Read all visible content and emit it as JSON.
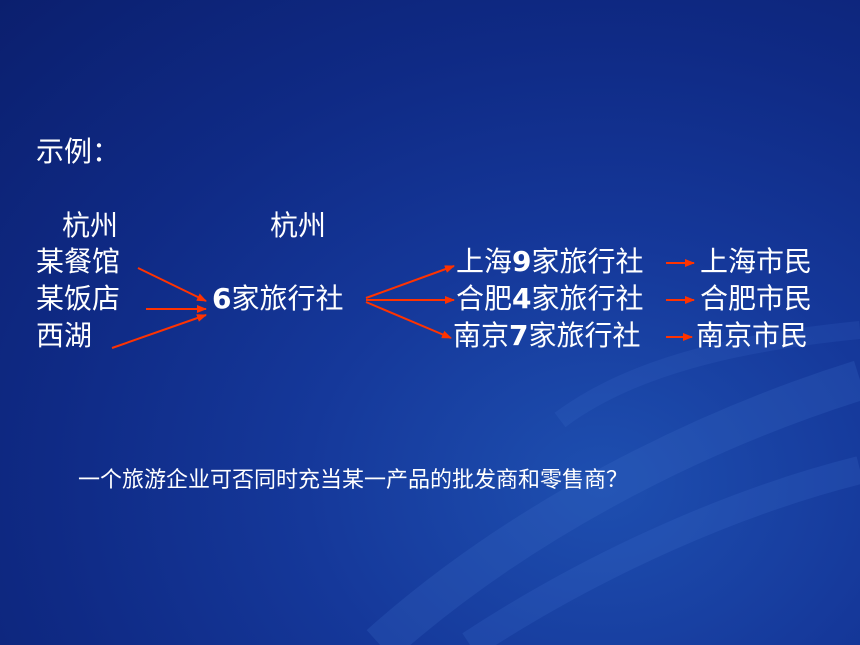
{
  "slide": {
    "example_label": "示例：",
    "col1_header": "杭州",
    "col2_header": "杭州",
    "sources": [
      "某餐馆",
      "某饭店",
      "西湖"
    ],
    "hub": {
      "count": "6",
      "label": "家旅行社"
    },
    "agencies": [
      {
        "city": "上海",
        "count": "9",
        "label": "家旅行社",
        "customer": "上海市民"
      },
      {
        "city": "合肥",
        "count": "4",
        "label": "家旅行社",
        "customer": "合肥市民"
      },
      {
        "city": "南京",
        "count": "7",
        "label": "家旅行社",
        "customer": "南京市民"
      }
    ],
    "question": "一个旅游企业可否同时充当某一产品的批发商和零售商？"
  },
  "colors": {
    "background": "#12338f",
    "text": "#ffffff",
    "arrow": "#ff3300"
  }
}
